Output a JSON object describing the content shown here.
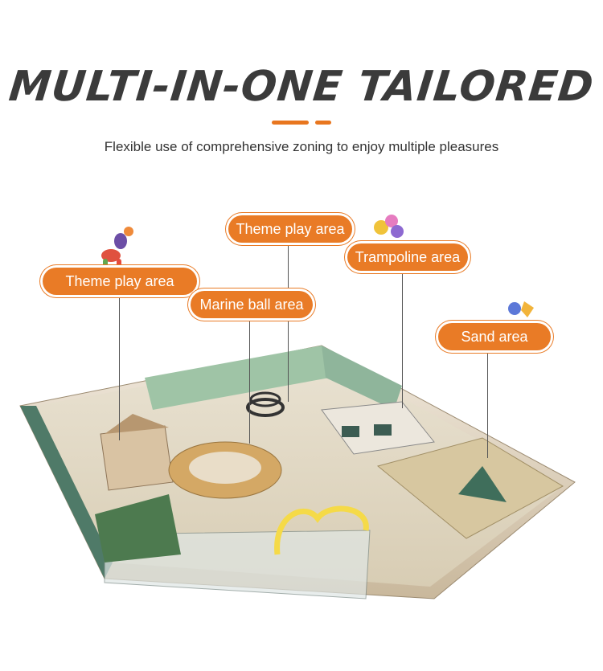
{
  "header": {
    "title": "MULTI-IN-ONE TAILORED",
    "subtitle": "Flexible use of comprehensive zoning to enjoy multiple pleasures"
  },
  "labels": {
    "theme_left": "Theme play area",
    "theme_top": "Theme play area",
    "trampoline": "Trampoline area",
    "marine": "Marine ball area",
    "sand": "Sand area"
  },
  "colors": {
    "accent": "#e97b26",
    "title": "#3b3b3b",
    "wall_green": "#4f7a68"
  },
  "icons": [
    "balloon-dog-icon",
    "balloons-icon",
    "balloons-icon"
  ]
}
